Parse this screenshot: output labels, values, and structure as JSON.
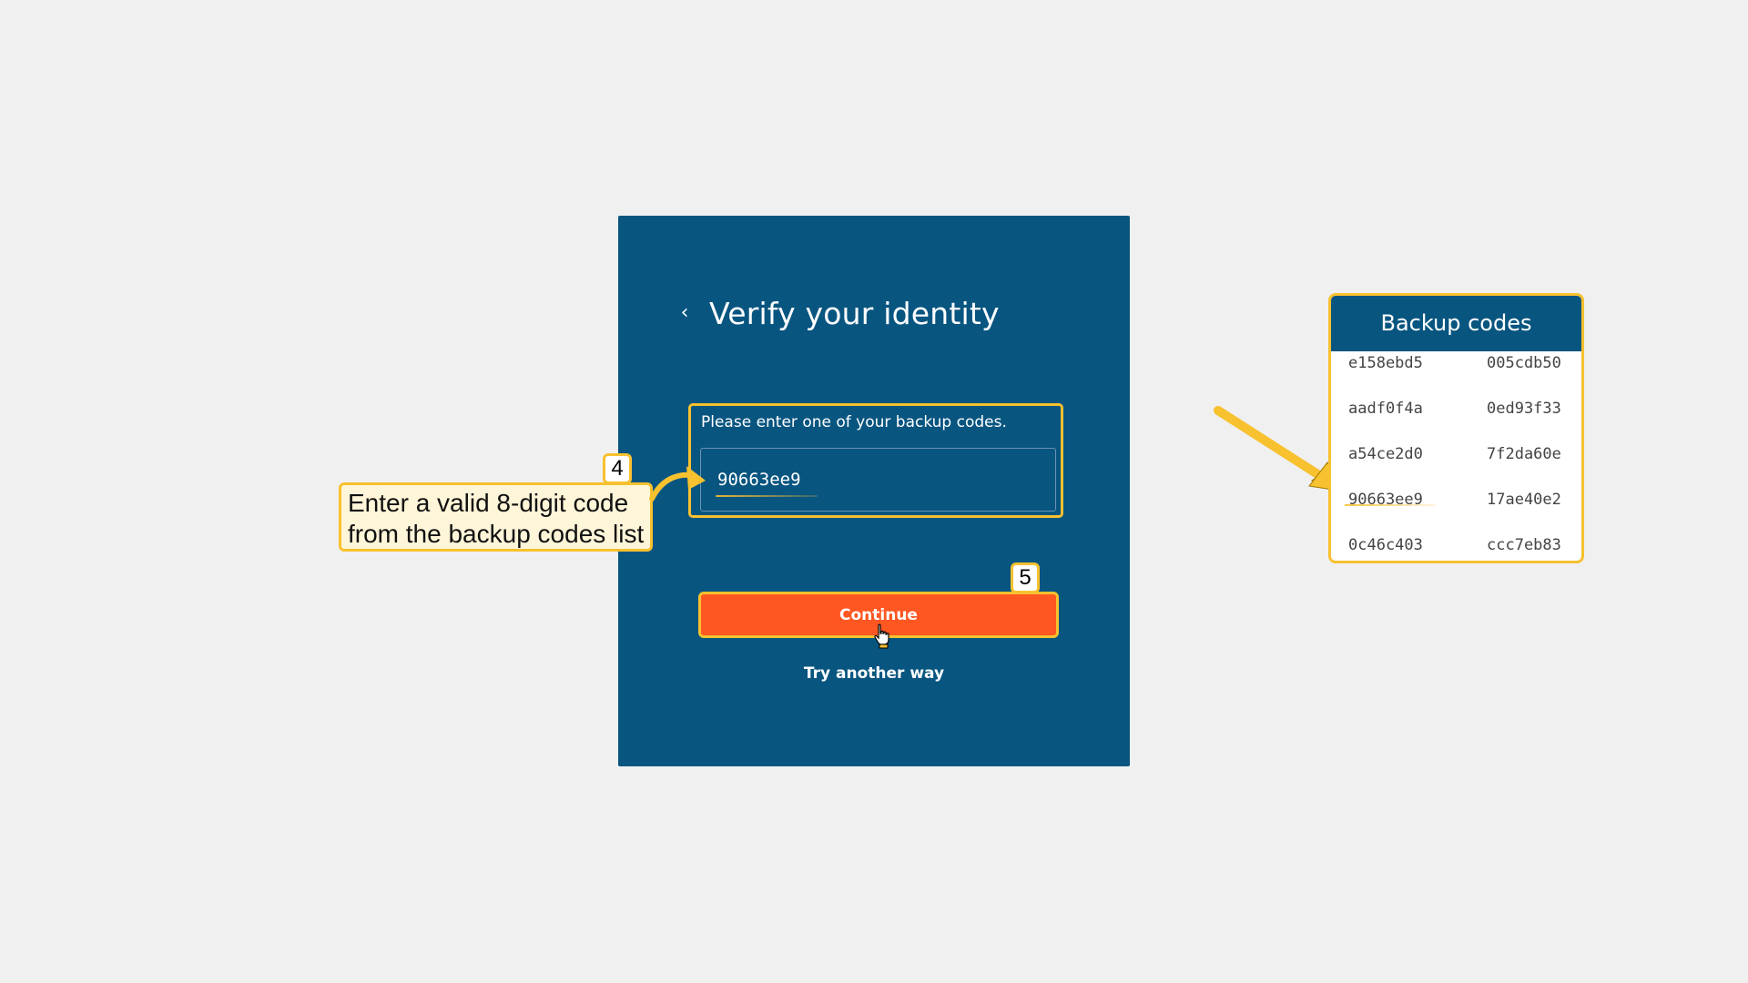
{
  "card": {
    "title": "Verify your identity",
    "back_icon": "‹",
    "field_label": "Please enter one of your backup codes.",
    "input_value": "90663ee9",
    "continue_label": "Continue",
    "try_another_label": "Try another way"
  },
  "annotations": {
    "step4": "4",
    "step5": "5",
    "callout_line1": "Enter a valid 8-digit code",
    "callout_line2": "from the backup codes list"
  },
  "backup_codes": {
    "title": "Backup codes",
    "codes": [
      [
        "e158ebd5",
        "005cdb50"
      ],
      [
        "aadf0f4a",
        "0ed93f33"
      ],
      [
        "a54ce2d0",
        "7f2da60e"
      ],
      [
        "90663ee9",
        "17ae40e2"
      ],
      [
        "0c46c403",
        "ccc7eb83"
      ]
    ]
  },
  "colors": {
    "card_bg": "#085580",
    "accent_yellow": "#f7c12f",
    "button_orange": "#ff5722",
    "page_bg": "#f0f0f0"
  }
}
